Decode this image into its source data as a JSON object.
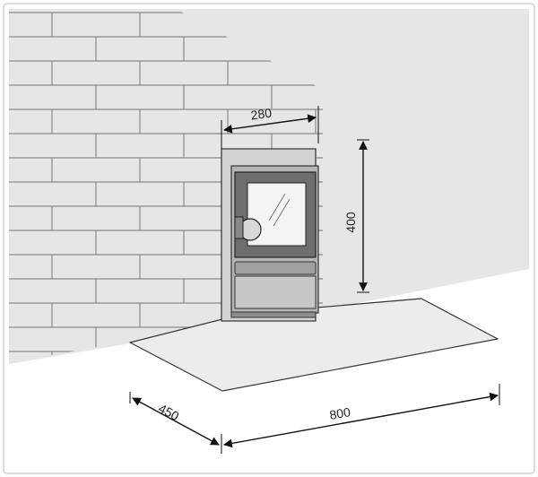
{
  "dimensions": {
    "width": "280",
    "height": "400",
    "depth": "450",
    "length": "800"
  },
  "colors": {
    "wall": "#e6e6e6",
    "brick_line": "#8a8a8a",
    "stove_surround": "#d2d2d2",
    "stove_body": "#b5b5b5",
    "stove_dark": "#6e6e6e",
    "glass": "#f4f4f4",
    "hearth": "#ececec",
    "outline": "#333333",
    "arrow": "#111111"
  }
}
